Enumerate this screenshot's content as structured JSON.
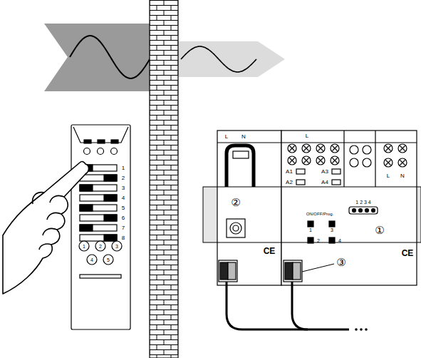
{
  "diagram": {
    "labels": [
      "L",
      "N",
      "L",
      "A1",
      "A2",
      "A3",
      "A4",
      "L",
      "N",
      "ON/OFF/Prog.",
      "1",
      "3",
      "2",
      "4",
      "1 2 3 4",
      "②",
      "①",
      "③",
      "CE",
      "CE",
      "1",
      "2",
      "3",
      "4",
      "5",
      "6",
      "7",
      "8",
      "1",
      "2",
      "3",
      "4",
      "5"
    ]
  }
}
